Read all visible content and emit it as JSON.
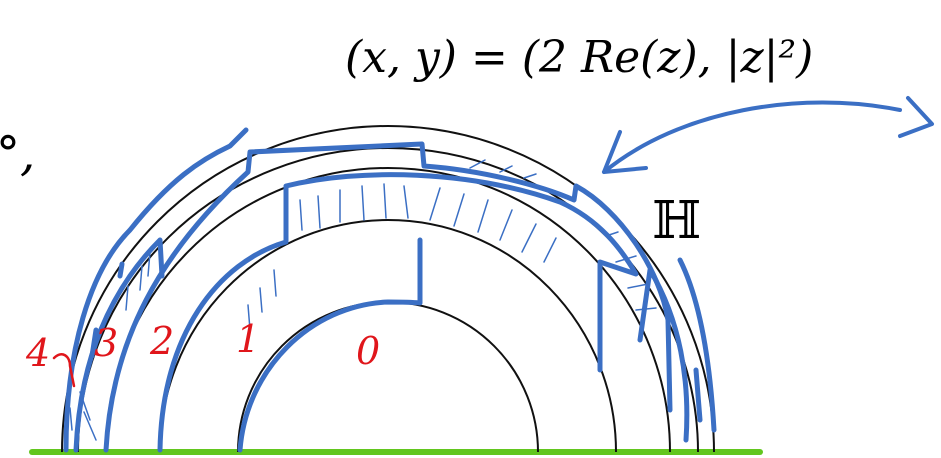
{
  "formula": "(x, y) = (2 Re(z), |z|²)",
  "half_plane_label": "ℍ",
  "left_fragment": "°,",
  "region_labels": [
    "0",
    "1",
    "2",
    "3",
    "4"
  ],
  "colors": {
    "ink": "#000000",
    "blue": "#3b6fc4",
    "red": "#e0161b",
    "green": "#62c61e",
    "background": "#ffffff"
  },
  "icons": {
    "arrow": "double-headed-curved-arrow-icon"
  }
}
